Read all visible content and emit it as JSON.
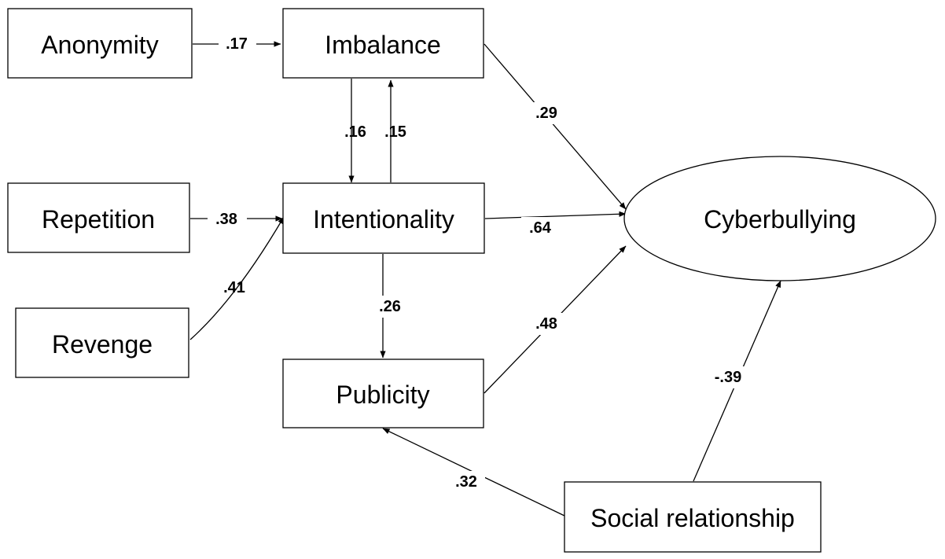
{
  "nodes": {
    "anonymity": "Anonymity",
    "imbalance": "Imbalance",
    "repetition": "Repetition",
    "intentionality": "Intentionality",
    "revenge": "Revenge",
    "publicity": "Publicity",
    "cyberbullying": "Cyberbullying",
    "social_relationship": "Social relationship"
  },
  "edges": {
    "anonymity_imbalance": ".17",
    "imbalance_intentionality": ".16",
    "intentionality_imbalance": ".15",
    "imbalance_cyberbullying": ".29",
    "repetition_intentionality": ".38",
    "intentionality_cyberbullying": ".64",
    "revenge_intentionality": ".41",
    "intentionality_publicity": ".26",
    "publicity_cyberbullying": ".48",
    "social_relationship_cyberbullying": "-.39",
    "social_relationship_publicity": ".32"
  },
  "colors": {
    "stroke": "#000000",
    "background": "#ffffff"
  }
}
